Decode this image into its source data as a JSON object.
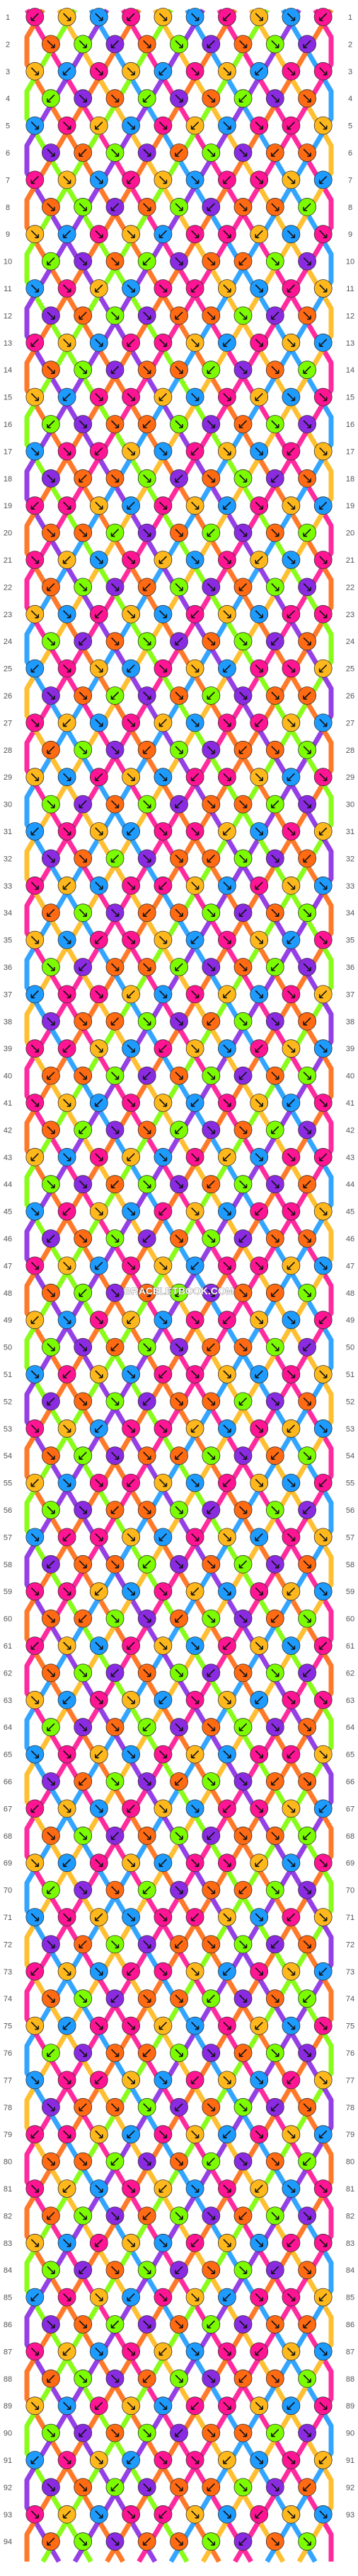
{
  "watermark": "BRACELETBOOK.COM",
  "rows_left": [
    "1",
    "2",
    "3",
    "4",
    "5",
    "6",
    "7",
    "8",
    "9",
    "10",
    "11",
    "12",
    "13",
    "14",
    "15",
    "16",
    "17",
    "18",
    "19",
    "20",
    "21",
    "22",
    "23",
    "24",
    "25",
    "26",
    "27",
    "28",
    "29",
    "30",
    "31",
    "32",
    "33",
    "34",
    "35",
    "36",
    "37",
    "38",
    "39",
    "40",
    "41",
    "42",
    "43",
    "44",
    "45",
    "46",
    "47",
    "48",
    "49",
    "50",
    "51",
    "52",
    "53",
    "54",
    "55",
    "56",
    "57",
    "58",
    "59",
    "60",
    "61",
    "62",
    "63",
    "64",
    "65",
    "66",
    "67",
    "68",
    "69",
    "70",
    "71",
    "72",
    "73",
    "74",
    "75",
    "76",
    "77",
    "78",
    "79",
    "80",
    "81",
    "82",
    "83",
    "84",
    "85",
    "86",
    "87",
    "88",
    "89",
    "90",
    "91",
    "92",
    "93",
    "94"
  ],
  "rows_right": [
    "1",
    "2",
    "3",
    "4",
    "5",
    "6",
    "7",
    "8",
    "9",
    "10",
    "11",
    "12",
    "13",
    "14",
    "15",
    "16",
    "17",
    "18",
    "19",
    "20",
    "21",
    "22",
    "23",
    "24",
    "25",
    "26",
    "27",
    "28",
    "29",
    "30",
    "31",
    "32",
    "33",
    "34",
    "35",
    "36",
    "37",
    "38",
    "39",
    "40",
    "41",
    "42",
    "43",
    "44",
    "45",
    "46",
    "47",
    "48",
    "49",
    "50",
    "51",
    "52",
    "53",
    "54",
    "55",
    "56",
    "57",
    "58",
    "59",
    "60",
    "61",
    "62",
    "63",
    "64",
    "65",
    "66",
    "67",
    "68",
    "69",
    "70",
    "71",
    "72",
    "73",
    "74",
    "75",
    "76",
    "77",
    "78",
    "79",
    "80",
    "81",
    "82",
    "83",
    "84",
    "85",
    "86",
    "87",
    "88",
    "89",
    "90",
    "91",
    "92",
    "93"
  ],
  "strand_colors": [
    "#ff1493",
    "#ff6a13",
    "#ffb81c",
    "#7cfc00",
    "#1e9bff",
    "#8a2be2",
    "#ff1493",
    "#ff6a13",
    "#ffb81c",
    "#7cfc00",
    "#1e9bff",
    "#8a2be2",
    "#ff1493",
    "#ff6a13",
    "#ffb81c",
    "#7cfc00",
    "#1e9bff",
    "#8a2be2",
    "#ff1493",
    "#ff6a13"
  ],
  "strand_count": 20,
  "knot_arrow_icon": "diagonal-arrow-icon"
}
